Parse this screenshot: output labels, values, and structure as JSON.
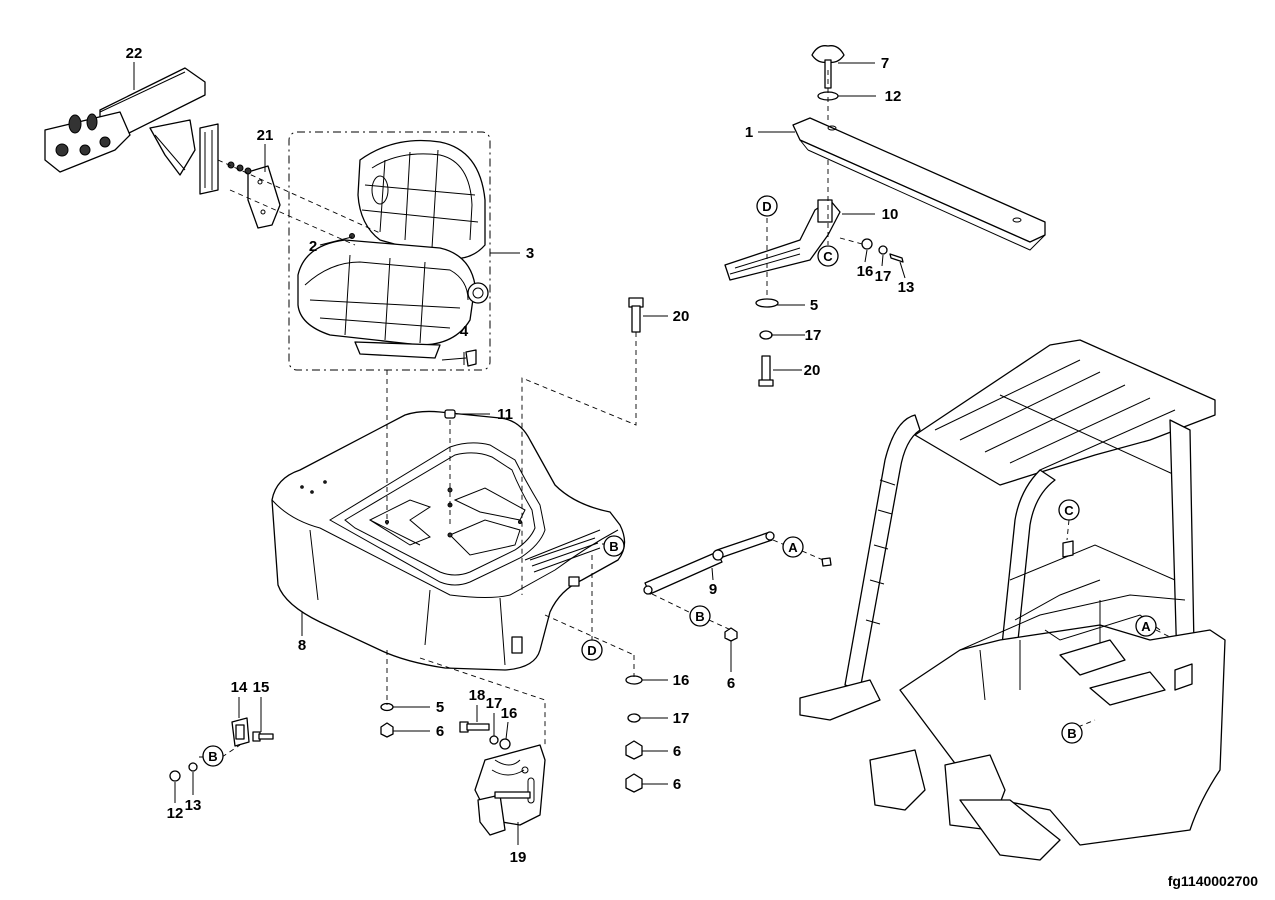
{
  "diagram": {
    "figure_id": "fg1140002700",
    "part_numbers": {
      "p1": "1",
      "p2": "2",
      "p3": "3",
      "p4": "4",
      "p5a": "5",
      "p5b": "5",
      "p6a": "6",
      "p6b": "6",
      "p6c": "6",
      "p6d": "6",
      "p7": "7",
      "p8": "8",
      "p9": "9",
      "p10": "10",
      "p11": "11",
      "p12a": "12",
      "p12b": "12",
      "p13a": "13",
      "p13b": "13",
      "p14": "14",
      "p15": "15",
      "p16a": "16",
      "p16b": "16",
      "p16c": "16",
      "p17a": "17",
      "p17b": "17",
      "p17c": "17",
      "p18": "18",
      "p19": "19",
      "p20a": "20",
      "p20b": "20",
      "p21": "21",
      "p22": "22"
    },
    "reference_markers": {
      "a1": "A",
      "a2": "A",
      "b1": "B",
      "b2": "B",
      "b3": "B",
      "b4": "B",
      "c1": "C",
      "c2": "C",
      "d1": "D",
      "d2": "D"
    }
  }
}
